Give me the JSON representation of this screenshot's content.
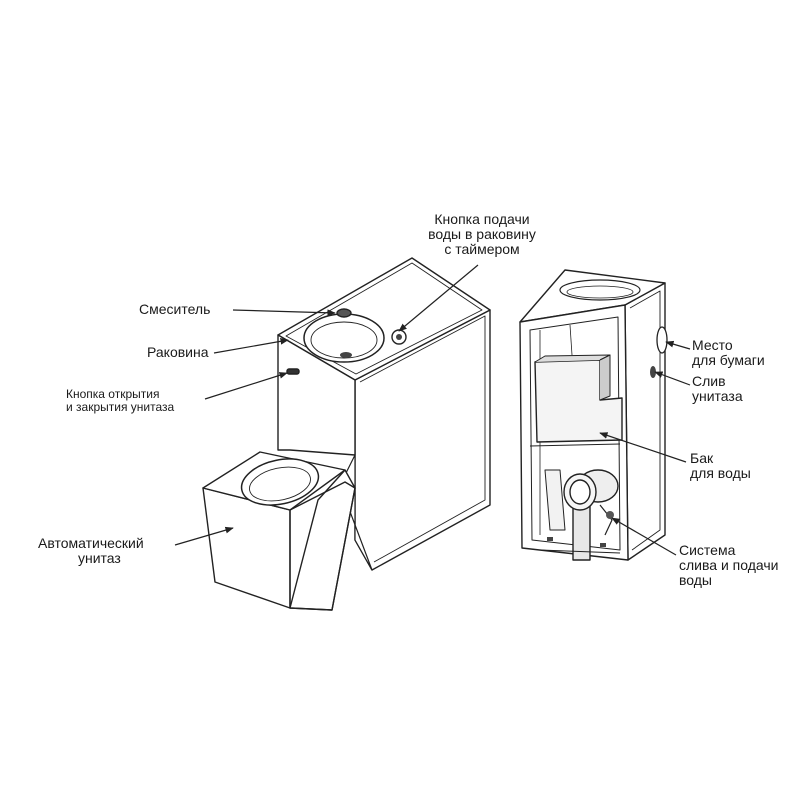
{
  "labels": {
    "button_supply": [
      "Кнопка подачи",
      "воды в раковину",
      "с таймером"
    ],
    "mixer": "Смеситель",
    "sink": "Раковина",
    "toilet_button": [
      "Кнопка открытия",
      "и закрытия унитаза"
    ],
    "auto_toilet": [
      "Автоматический",
      "унитаз"
    ],
    "paper_place": [
      "Место",
      "для бумаги"
    ],
    "toilet_drain": [
      "Слив",
      "унитаза"
    ],
    "water_tank": [
      "Бак",
      "для воды"
    ],
    "drain_system": [
      "Система",
      "слива и подачи",
      "воды"
    ]
  }
}
